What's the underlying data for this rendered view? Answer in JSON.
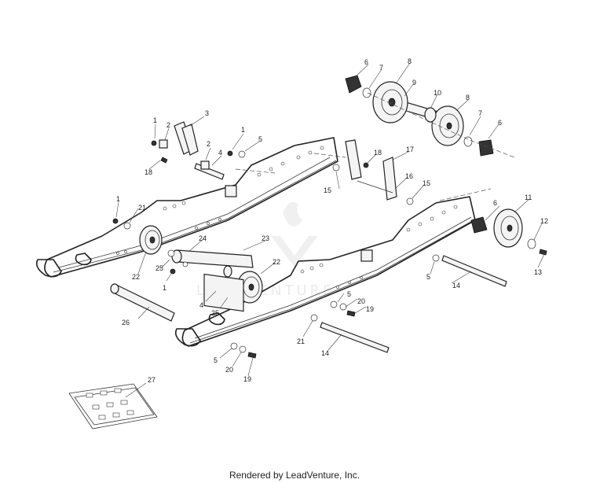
{
  "footer": {
    "credit": "Rendered by LeadVenture, Inc."
  },
  "watermark": {
    "text": "LEADVENTURE"
  },
  "callouts": [
    "1",
    "2",
    "3",
    "4",
    "5",
    "6",
    "7",
    "8",
    "9",
    "10",
    "11",
    "12",
    "13",
    "14",
    "15",
    "16",
    "17",
    "18",
    "19",
    "20",
    "21",
    "22",
    "23",
    "24",
    "25",
    "26",
    "27"
  ]
}
